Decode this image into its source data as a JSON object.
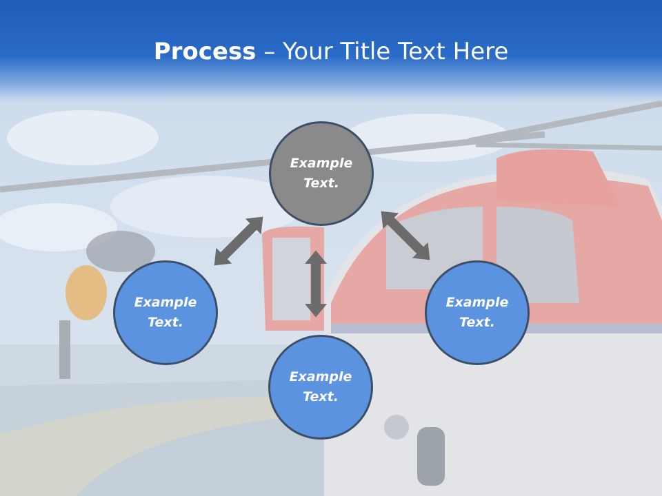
{
  "title": {
    "bold": "Process",
    "rest": " – Your Title Text Here"
  },
  "nodes": {
    "top": {
      "line1": "Example",
      "line2": "Text."
    },
    "left": {
      "line1": "Example",
      "line2": "Text."
    },
    "right": {
      "line1": "Example",
      "line2": "Text."
    },
    "bottom": {
      "line1": "Example",
      "line2": "Text."
    }
  },
  "colors": {
    "header": "#1e5cb8",
    "node_blue": "#5b93e0",
    "node_gray": "#8a8a8a",
    "arrow": "#6b6b6b"
  },
  "icons": {
    "arrow": "double-headed-arrow"
  }
}
